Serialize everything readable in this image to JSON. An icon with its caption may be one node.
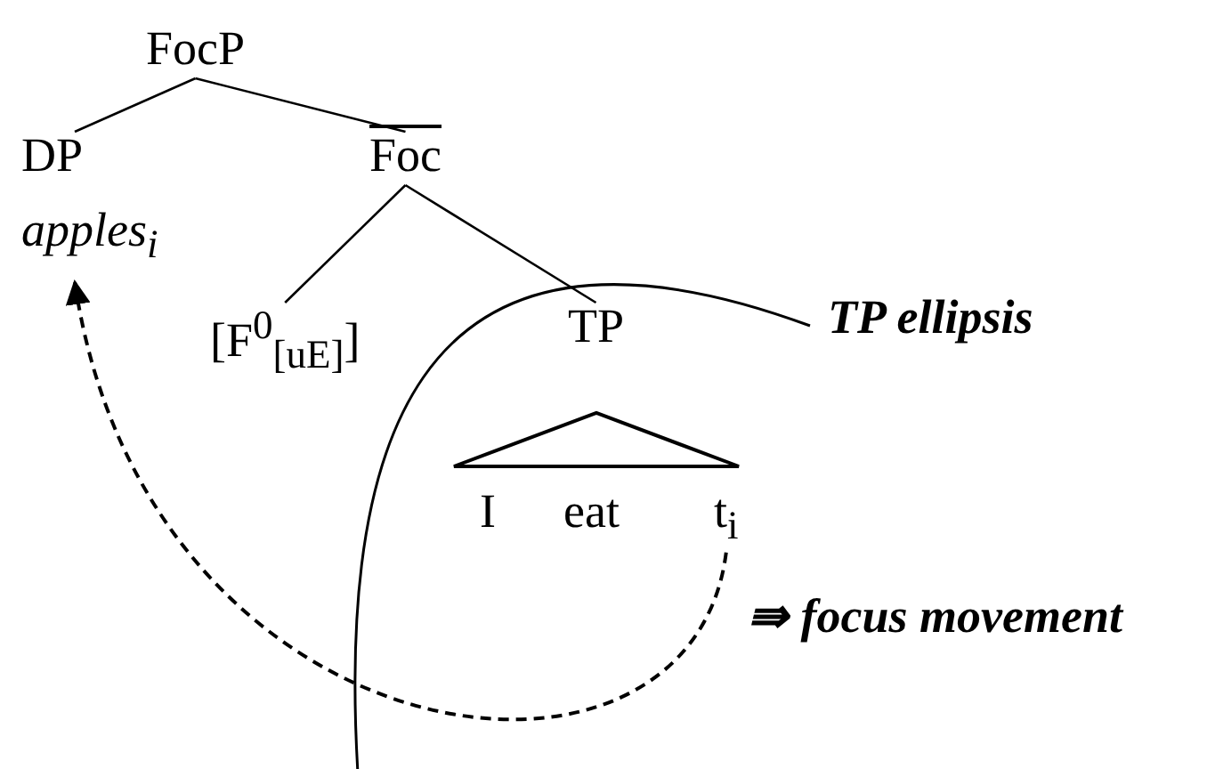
{
  "diagram": {
    "nodes": [
      {
        "text": [
          "FocP"
        ]
      },
      {
        "text": [
          "DP"
        ],
        "beside": [
          "apples$_{i}$"
        ]
      },
      {
        "text": [
          "Foc"
        ]
      },
      {
        "text": [
          "[F$^{0}$$_{[uE]}$]"
        ]
      },
      {
        "text": [
          "TP"
        ]
      },
      {
        "text": [
          "I"
        ]
      },
      {
        "text": [
          "eat"
        ]
      },
      {
        "text": [
          "t$_{i}$"
        ]
      }
    ],
    "edges": [
      {
        "from": 0,
        "to": 1,
        "arrow": "none"
      },
      {
        "from": 0,
        "to": 2,
        "arrow": "none"
      },
      {
        "from": 2,
        "to": 3,
        "arrow": "none"
      },
      {
        "from": 2,
        "to": 4,
        "arrow": "none"
      },
      {
        "from": 7,
        "to": 1,
        "arrow": "to",
        "style": "dashed"
      }
    ],
    "labels": [
      "TP ellipsis",
      "⇛ focus movement"
    ]
  }
}
